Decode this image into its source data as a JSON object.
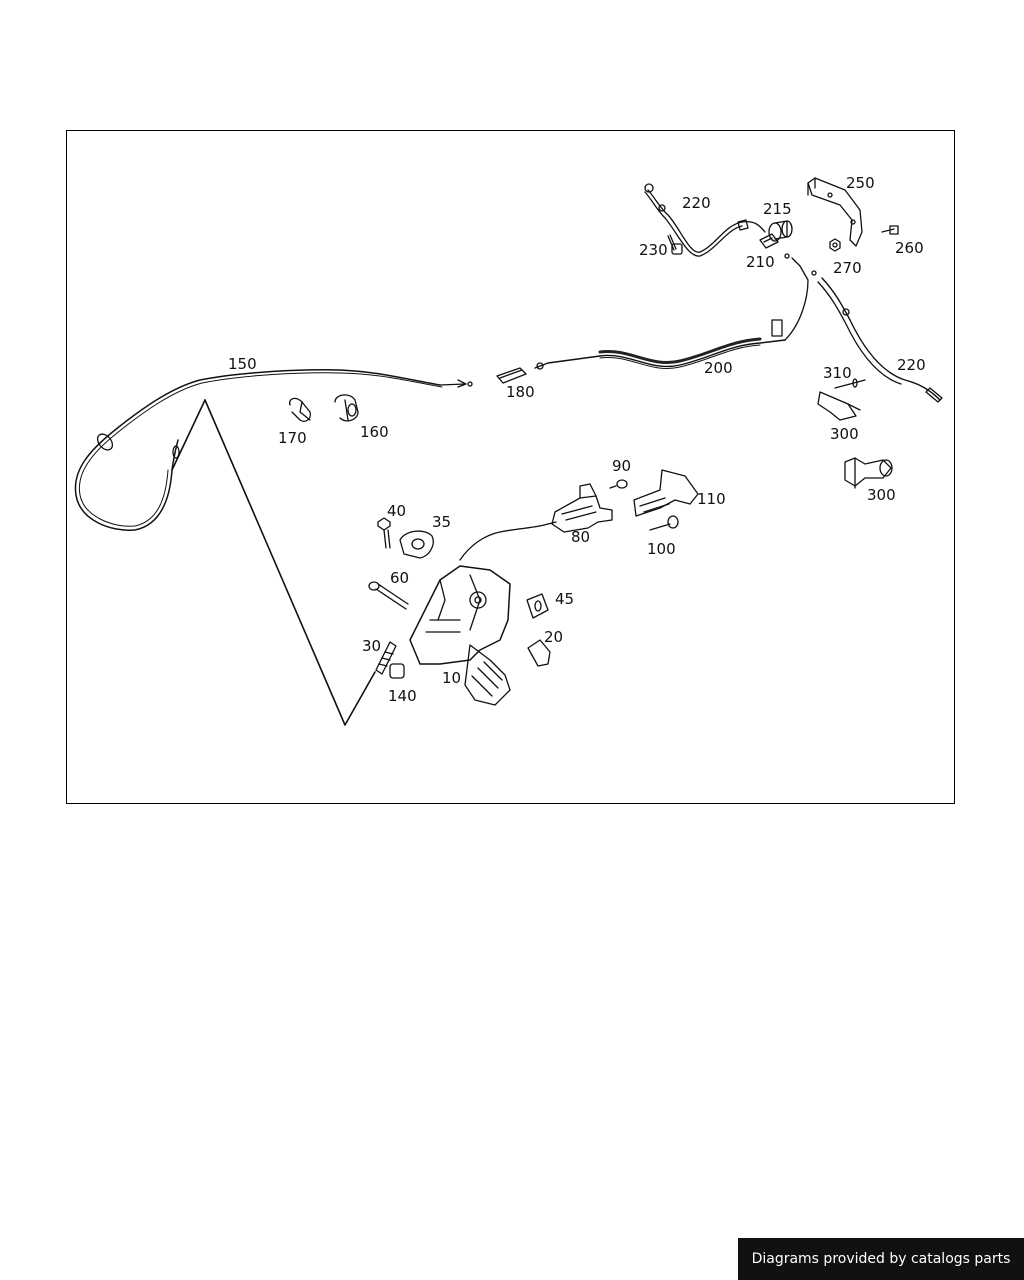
{
  "diagram": {
    "labels": {
      "p10": "10",
      "p20": "20",
      "p30": "30",
      "p35": "35",
      "p40": "40",
      "p45": "45",
      "p60": "60",
      "p80": "80",
      "p90": "90",
      "p100": "100",
      "p110": "110",
      "p140": "140",
      "p150": "150",
      "p160": "160",
      "p170": "170",
      "p180": "180",
      "p200": "200",
      "p210": "210",
      "p215": "215",
      "p220a": "220",
      "p220b": "220",
      "p230": "230",
      "p250": "250",
      "p260": "260",
      "p270": "270",
      "p300a": "300",
      "p300b": "300",
      "p310": "310"
    }
  },
  "footer": {
    "credit": "Diagrams provided by catalogs parts"
  }
}
